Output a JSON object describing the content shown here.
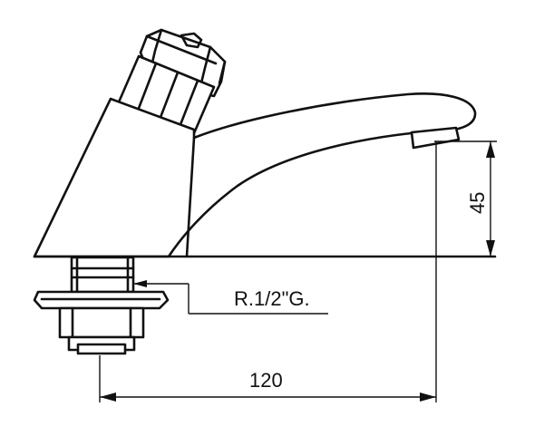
{
  "dimensions": {
    "height_label": "45",
    "width_label": "120",
    "thread_label": "R.1/2\"G."
  },
  "style": {
    "line_color": "#111111",
    "background": "#ffffff"
  }
}
